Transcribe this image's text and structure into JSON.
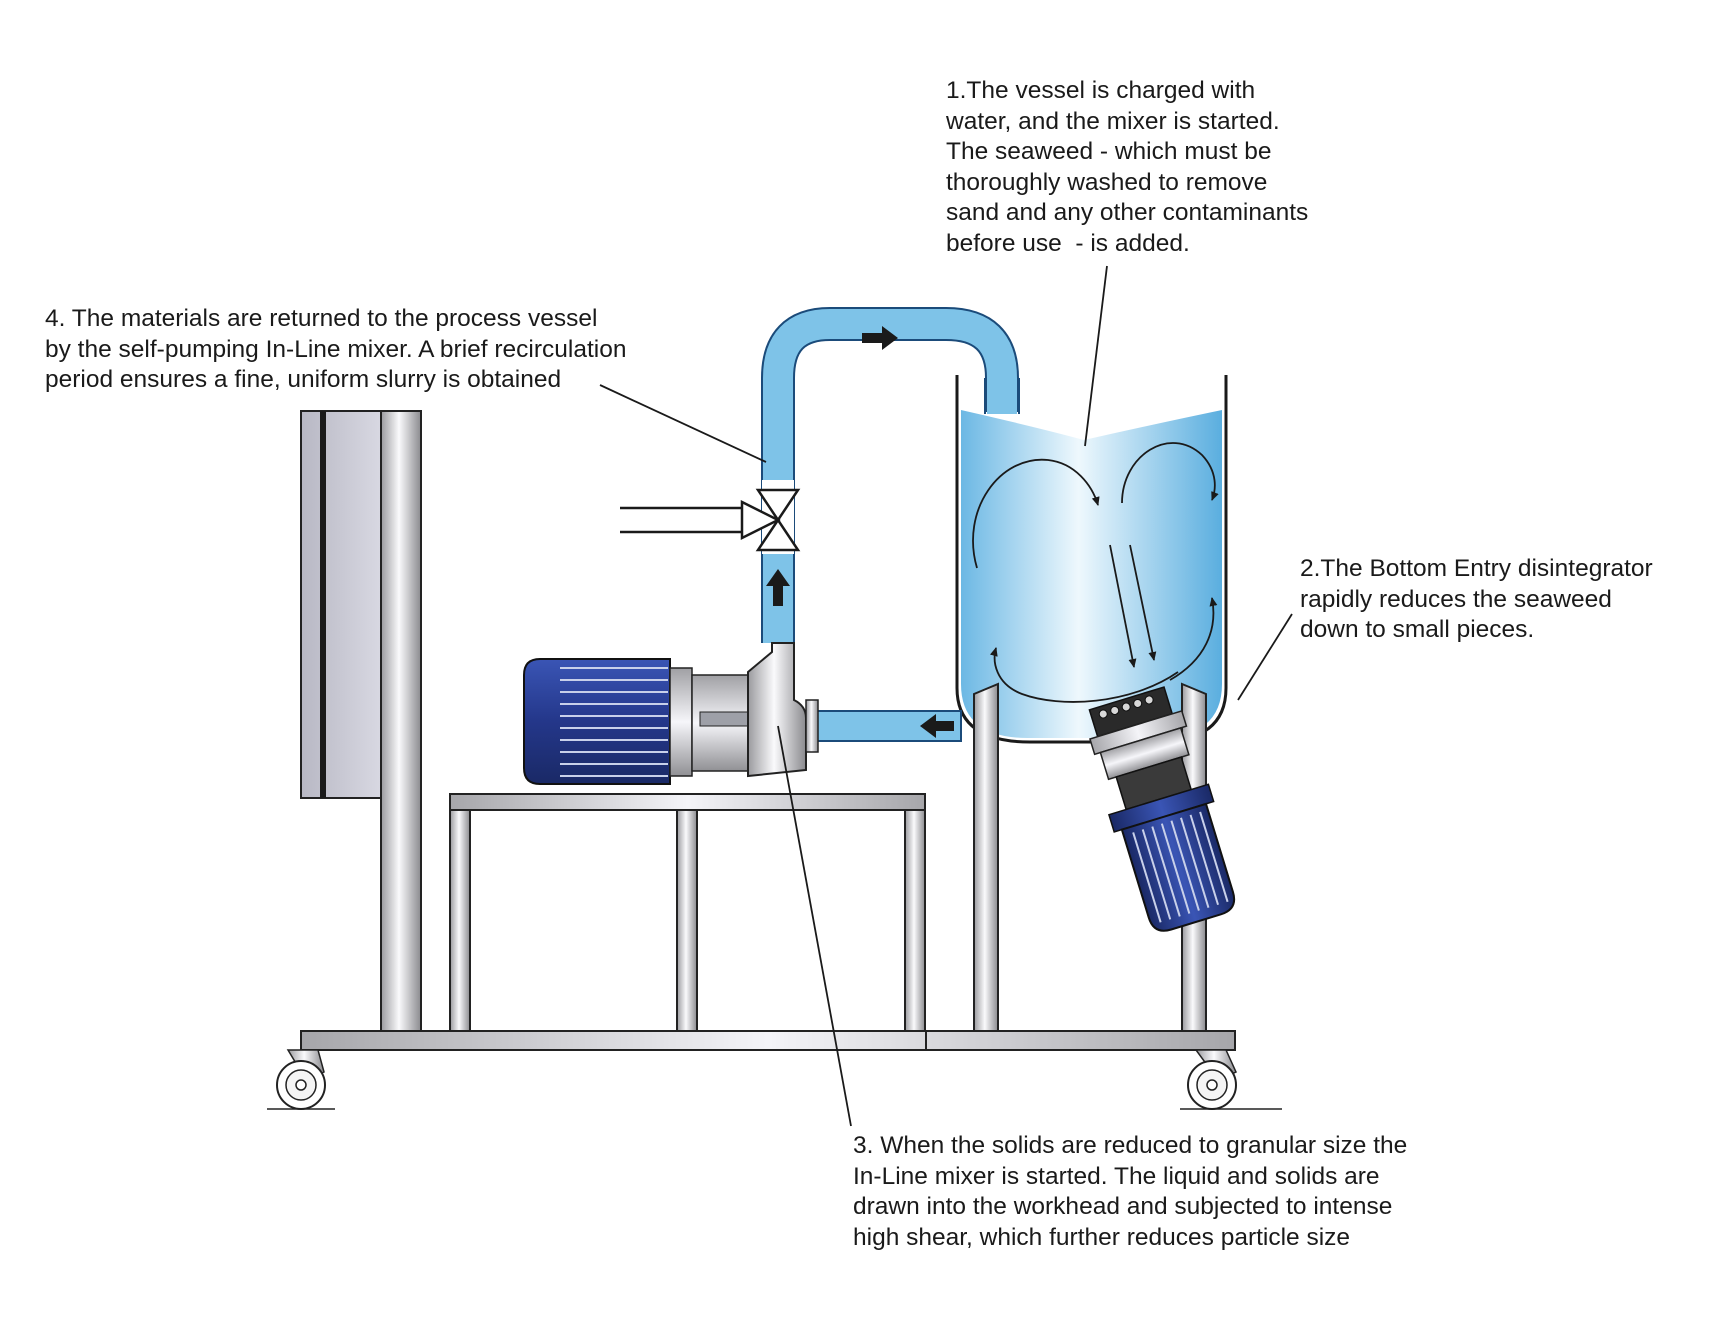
{
  "annotations": {
    "vessel_charging": {
      "lines": [
        "1.The vessel is charged with",
        "water, and the mixer is started.",
        "The seaweed - which must be",
        "thoroughly washed to remove",
        "sand and any other contaminants",
        "before use  - is added."
      ]
    },
    "bottom_entry_disintegrator": {
      "lines": [
        "2.The Bottom Entry disintegrator",
        "rapidly reduces the seaweed",
        "down to small pieces."
      ]
    },
    "inline_mixer_started": {
      "lines": [
        "3. When the solids are reduced to granular size the",
        "In-Line mixer is started. The liquid and solids are",
        "drawn into the workhead and subjected to intense",
        "high shear, which further reduces particle size"
      ]
    },
    "recirculation": {
      "lines": [
        "4. The materials are returned to the process vessel",
        "by the self-pumping In-Line mixer. A brief recirculation",
        "period ensures a fine, uniform slurry is obtained"
      ]
    }
  },
  "colors": {
    "pipe_fill": "#7ec3e8",
    "pipe_outline": "#1b4b7a",
    "water_light": "#e8f5fc",
    "water_dark": "#6cb8e4",
    "motor_blue": "#2b3f93",
    "steel_light": "#f2f2f6",
    "steel_dark": "#8c8c90",
    "line": "#1a1a1a"
  },
  "icons": [
    "flow-arrow-icon",
    "valve-icon",
    "caster-wheel-icon",
    "motor-icon"
  ]
}
